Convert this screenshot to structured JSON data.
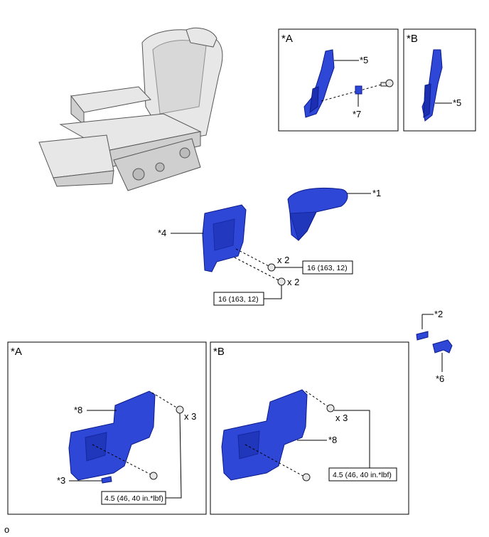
{
  "callouts": {
    "c1": "*1",
    "c2": "*2",
    "c3": "*3",
    "c4": "*4",
    "c5a": "*5",
    "c5b": "*5",
    "c6": "*6",
    "c7": "*7",
    "c8a": "*8",
    "c8b": "*8"
  },
  "boxes": {
    "top_a": "*A",
    "top_b": "*B",
    "bottom_a": "*A",
    "bottom_b": "*B"
  },
  "quantities": {
    "q_upper": "x 2",
    "q_lower": "x 2",
    "q_box_a": "x 3",
    "q_box_b": "x 3"
  },
  "torques": {
    "upper": "16 (163, 12)",
    "lower": "16 (163, 12)",
    "box_a": "4.5 (46, 40 in.*lbf)",
    "box_b": "4.5 (46, 40 in.*lbf)"
  },
  "footer_mark": "o",
  "colors": {
    "part_blue": "#2e47d6",
    "part_outline": "#0b1a8a"
  }
}
